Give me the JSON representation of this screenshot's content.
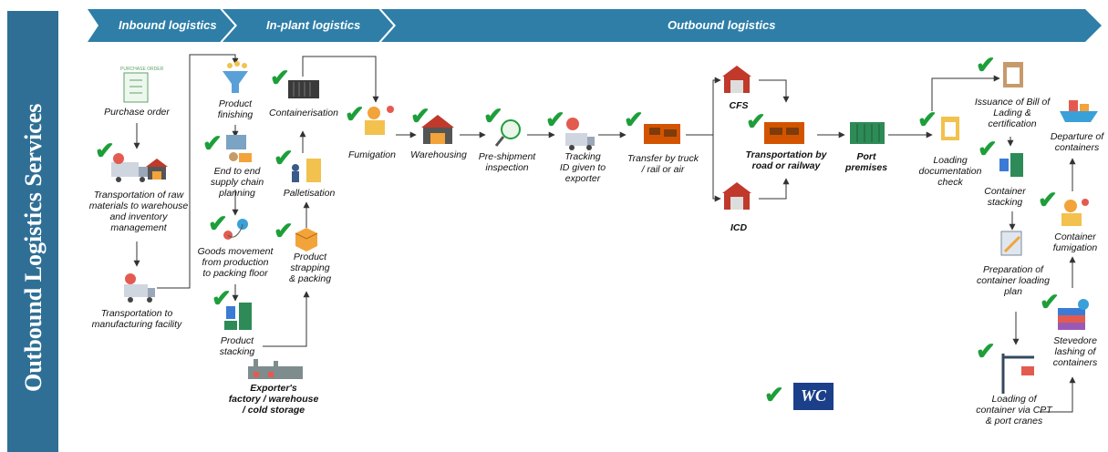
{
  "sidebar": {
    "title": "Outbound Logistics Services"
  },
  "banner": {
    "inbound": "Inbound logistics",
    "inplant": "In-plant logistics",
    "outbound": "Outbound logistics"
  },
  "nodes": {
    "purchase_order_doc": "PURCHASE ORDER",
    "purchase_order": "Purchase order",
    "transport_raw_1": "Transportation of raw",
    "transport_raw_2": "materials to warehouse",
    "transport_raw_3": "and inventory",
    "transport_raw_4": "management",
    "transport_mfg_1": "Transportation to",
    "transport_mfg_2": "manufacturing facility",
    "product_finishing_1": "Product",
    "product_finishing_2": "finishing",
    "e2e_1": "End to end",
    "e2e_2": "supply chain",
    "e2e_3": "planning",
    "goods_1": "Goods movement",
    "goods_2": "from production",
    "goods_3": "to packing floor",
    "stacking_1": "Product",
    "stacking_2": "stacking",
    "containerisation": "Containerisation",
    "palletisation": "Palletisation",
    "strapping_1": "Product",
    "strapping_2": "strapping",
    "strapping_3": "& packing",
    "exporter_1": "Exporter's",
    "exporter_2": "factory / warehouse",
    "exporter_3": "/ cold storage",
    "fumigation": "Fumigation",
    "warehousing": "Warehousing",
    "preship_1": "Pre-shipment",
    "preship_2": "inspection",
    "tracking_1": "Tracking",
    "tracking_2": "ID given to",
    "tracking_3": "exporter",
    "transfer_1": "Transfer by truck",
    "transfer_2": "/ rail or air",
    "cfs": "CFS",
    "icd": "ICD",
    "transport_rr_1": "Transportation by",
    "transport_rr_2": "road or railway",
    "port_1": "Port",
    "port_2": "premises",
    "loading_doc_1": "Loading",
    "loading_doc_2": "documentation",
    "loading_doc_3": "check",
    "bol_1": "Issuance of Bill of",
    "bol_2": "Lading &",
    "bol_3": "certification",
    "container_stacking_1": "Container",
    "container_stacking_2": "stacking",
    "prep_plan_1": "Preparation of",
    "prep_plan_2": "container loading",
    "prep_plan_3": "plan",
    "loading_cpt_1": "Loading of",
    "loading_cpt_2": "container via CPT",
    "loading_cpt_3": "& port cranes",
    "departure_1": "Departure of",
    "departure_2": "containers",
    "container_fum_1": "Container",
    "container_fum_2": "fumigation",
    "stevedore_1": "Stevedore",
    "stevedore_2": "lashing of",
    "stevedore_3": "containers"
  },
  "checkmark": "✔",
  "logo_text": "WC",
  "colors": {
    "sidebar": "#2f6f96",
    "banner": "#2e7ea8",
    "check": "#1e9e3a",
    "arrow": "#333333",
    "accent": "#e35b4f"
  },
  "icons": [
    "document-icon",
    "truck-icon",
    "warehouse-icon",
    "funnel-icon",
    "people-icon",
    "map-pin-icon",
    "people-box-icon",
    "container-icon",
    "pallet-icon",
    "box-icon",
    "factory-icon",
    "worker-spray-icon",
    "inspection-icon",
    "tracking-truck-icon",
    "fleet-icon",
    "port-container-icon",
    "clipboard-icon",
    "crane-icon",
    "ship-icon",
    "shield-container-icon"
  ]
}
